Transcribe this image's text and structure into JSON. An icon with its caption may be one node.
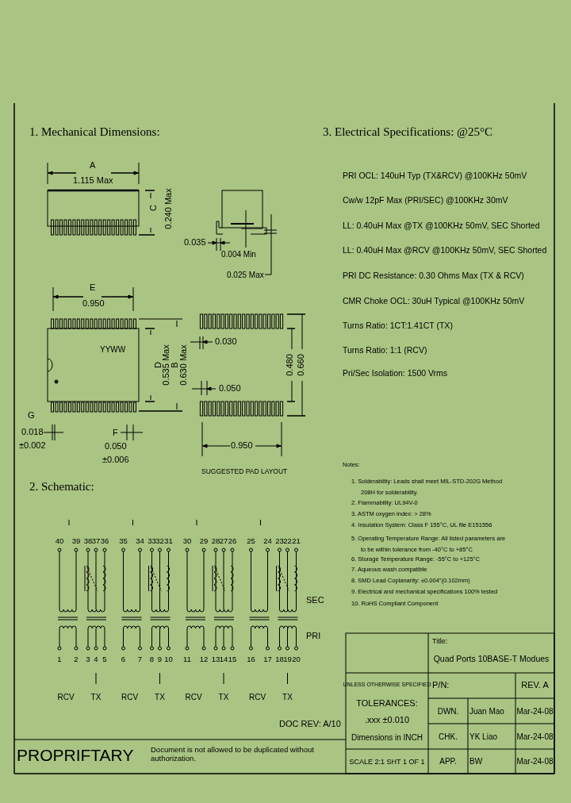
{
  "diagram": {
    "labels": [
      "1. Mechanical Dimensions:",
      "3. Electrical Specifications: @25°C",
      "PRI OCL: 140uH Typ (TX&RCV) @100KHz 50mV",
      "Cw/w 12pF Max (PRI/SEC) @100KHz 30mV",
      "LL: 0.40uH Max @TX @100KHz 50mV, SEC Shorted",
      "LL: 0.40uH Max @RCV @100KHz 50mV, SEC Shorted",
      "PRI DC Resistance: 0.30 Ohms Max (TX & RCV)",
      "CMR Choke OCL: 30uH Typical @100KHz 50mV",
      "Turns Ratio: 1CT:1.41CT (TX)",
      "Turns Ratio: 1:1 (RCV)",
      "Pri/Sec Isolation: 1500 Vrms",
      "A",
      "1.115 Max",
      "C",
      "0.240 Max",
      "0.035",
      "0.004 Min",
      "0.025 Max",
      "E",
      "0.950",
      "YYWW",
      "D",
      "0.535 Max",
      "B",
      "0.630 Max",
      "0.030",
      "0.050",
      "0.480",
      "0.660",
      "G",
      "0.018",
      "±0.002",
      "F",
      "0.050",
      "±0.006",
      "0.950",
      "SUGGESTED PAD LAYOUT",
      "Notes:",
      "1. Solderability: Leads shall meet MIL-STD-202G Method 208H for solderability.",
      "2. Flammability: UL94V-0",
      "3. ASTM oxygen index: > 28%",
      "4. Insulation System: Class F 155°C, UL file E151556",
      "5. Operating Temperature Range: All listed parameters are to be within tolerance from -40°C to +85°C",
      "6. Storage Temperature Range: -55°C to +125°C",
      "7. Aqueous wash compatible",
      "8. SMD Lead Coplanarity: ±0.004\"(0.102mm)",
      "9. Electrical and mechanical specifications 100% tested",
      "10. RoHS Compliant Component",
      "2. Schematic:",
      "40",
      "39",
      "38",
      "37",
      "36",
      "35",
      "34",
      "33",
      "32",
      "31",
      "30",
      "29",
      "28",
      "27",
      "26",
      "25",
      "24",
      "23",
      "22",
      "21",
      "SEC",
      "PRI",
      "1",
      "2",
      "3",
      "4",
      "5",
      "6",
      "7",
      "8",
      "9",
      "10",
      "11",
      "12",
      "13",
      "14",
      "15",
      "16",
      "17",
      "18",
      "19",
      "20",
      "RCV",
      "TX",
      "RCV",
      "TX",
      "RCV",
      "TX",
      "RCV",
      "TX",
      "Title:",
      "Quad Ports 10BASE-T Modues",
      "UNLESS OTHERWISE SPECIFIED",
      "P/N:",
      "REV. A",
      "TOLERANCES:",
      ".xxx ±0.010",
      "DWN.",
      "Juan Mao",
      "Mar-24-08",
      "Dimensions in INCH",
      "CHK.",
      "YK Liao",
      "Mar-24-08",
      "DOC REV: A/10",
      "PROPRIFTARY",
      "Document is not allowed to be duplicated without authorization.",
      "SCALE 2:1 SHT 1 OF 1",
      "APP.",
      "BW",
      "Mar-24-08"
    ]
  }
}
